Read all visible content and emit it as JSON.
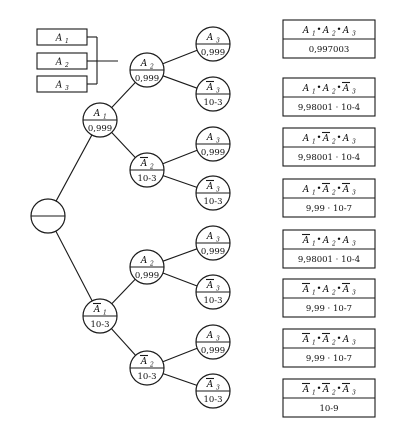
{
  "legend_boxes": [
    {
      "symbol": "A",
      "index": "1"
    },
    {
      "symbol": "A",
      "index": "2"
    },
    {
      "symbol": "A",
      "index": "3"
    }
  ],
  "root": {
    "label": "",
    "prob": ""
  },
  "level1": [
    {
      "symbol": "A",
      "index": "1",
      "bar": false,
      "prob": "0,999"
    },
    {
      "symbol": "A",
      "index": "1",
      "bar": true,
      "prob": "10-3"
    }
  ],
  "level2": [
    {
      "symbol": "A",
      "index": "2",
      "bar": false,
      "prob": "0,999"
    },
    {
      "symbol": "A",
      "index": "2",
      "bar": true,
      "prob": "10-3"
    },
    {
      "symbol": "A",
      "index": "2",
      "bar": false,
      "prob": "0,999"
    },
    {
      "symbol": "A",
      "index": "2",
      "bar": true,
      "prob": "10-3"
    }
  ],
  "level3": [
    {
      "symbol": "A",
      "index": "3",
      "bar": false,
      "prob": "0,999"
    },
    {
      "symbol": "A",
      "index": "3",
      "bar": true,
      "prob": "10-3"
    },
    {
      "symbol": "A",
      "index": "3",
      "bar": false,
      "prob": "0,999"
    },
    {
      "symbol": "A",
      "index": "3",
      "bar": true,
      "prob": "10-3"
    },
    {
      "symbol": "A",
      "index": "3",
      "bar": false,
      "prob": "0,999"
    },
    {
      "symbol": "A",
      "index": "3",
      "bar": true,
      "prob": "10-3"
    },
    {
      "symbol": "A",
      "index": "3",
      "bar": false,
      "prob": "0,999"
    },
    {
      "symbol": "A",
      "index": "3",
      "bar": true,
      "prob": "10-3"
    }
  ],
  "results": [
    {
      "bars": [
        false,
        false,
        false
      ],
      "value": "0,997003"
    },
    {
      "bars": [
        false,
        false,
        true
      ],
      "value": "9,98001 · 10-4"
    },
    {
      "bars": [
        false,
        true,
        false
      ],
      "value": "9,98001 · 10-4"
    },
    {
      "bars": [
        false,
        true,
        true
      ],
      "value": "9,99 · 10-7"
    },
    {
      "bars": [
        true,
        false,
        false
      ],
      "value": "9,98001 · 10-4"
    },
    {
      "bars": [
        true,
        false,
        true
      ],
      "value": "9,99 · 10-7"
    },
    {
      "bars": [
        true,
        true,
        false
      ],
      "value": "9,99 · 10-7"
    },
    {
      "bars": [
        true,
        true,
        true
      ],
      "value": "10-9"
    }
  ],
  "result_separator": "•"
}
